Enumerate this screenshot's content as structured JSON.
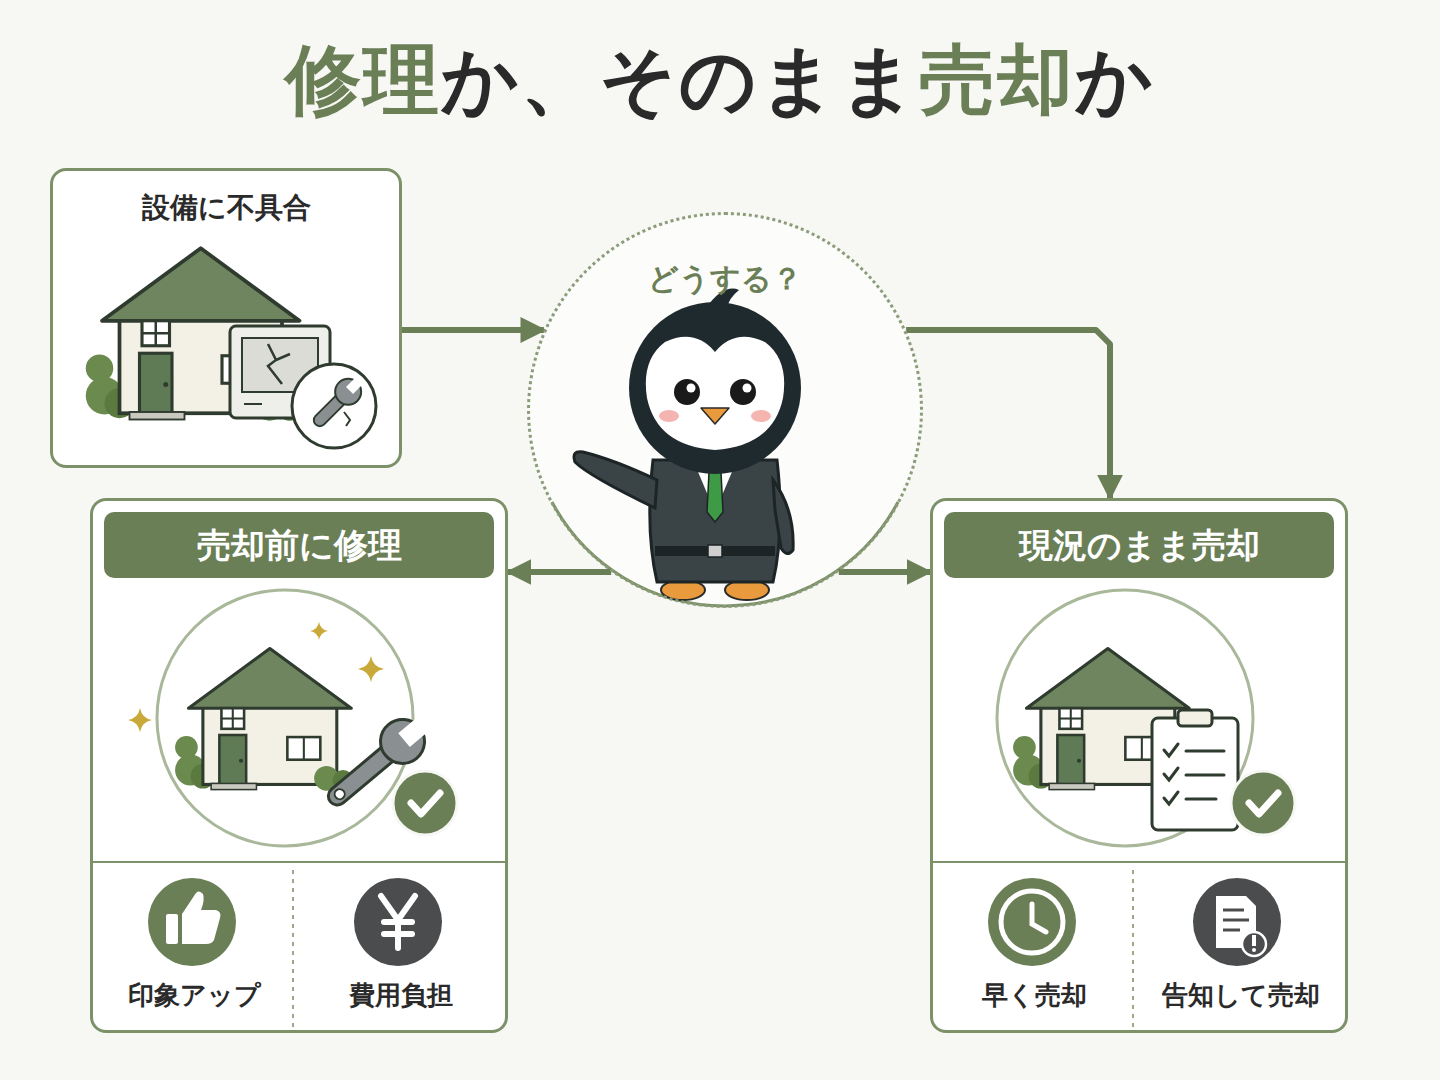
{
  "diagram": {
    "title": "修理か、そのまま売却か",
    "nodes": [
      {
        "text": [
          "設備に不具合"
        ]
      },
      {
        "text": [
          "どうする？"
        ]
      },
      {
        "text": [
          "売却前に修理"
        ]
      },
      {
        "text": [
          "印象アップ"
        ],
        "in": 2
      },
      {
        "text": [
          "費用負担"
        ],
        "in": 2
      },
      {
        "text": [
          "現況のまま売却"
        ]
      },
      {
        "text": [
          "早く売却"
        ],
        "in": 5
      },
      {
        "text": [
          "告知して売却"
        ],
        "in": 5
      }
    ],
    "edges": [
      {
        "from": 0,
        "to": 1,
        "arrow": "to"
      },
      {
        "from": 1,
        "to": 5,
        "arrow": "to"
      },
      {
        "from": 1,
        "to": 2,
        "arrow": "to"
      },
      {
        "from": 1,
        "to": 5,
        "arrow": "to"
      }
    ]
  }
}
